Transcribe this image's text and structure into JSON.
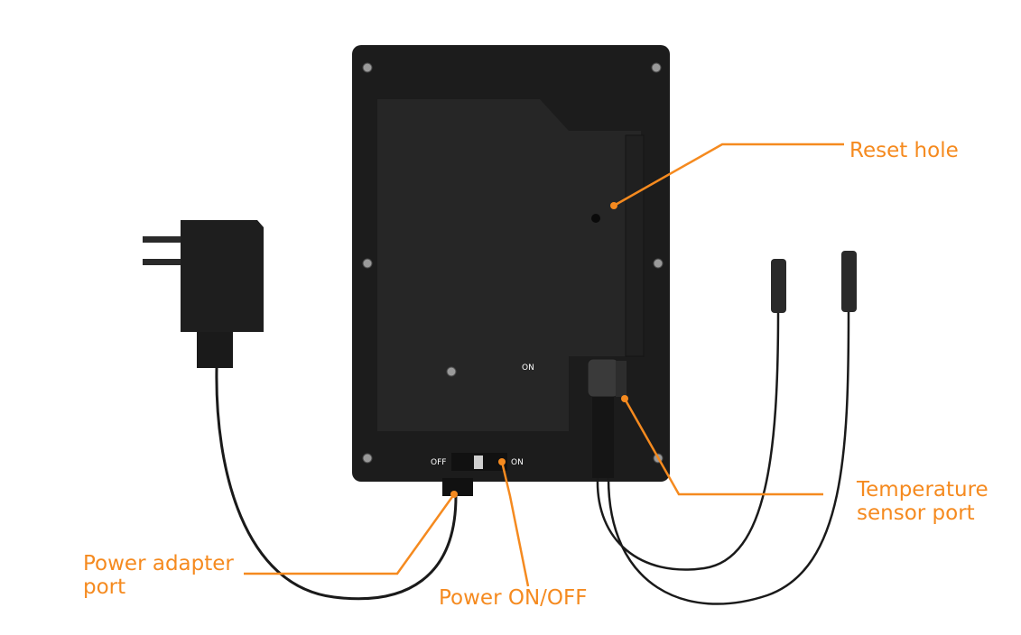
{
  "colors": {
    "callout": "#f58a1f",
    "device_body": "#1c1c1c",
    "device_panel": "#262626",
    "cable": "#1a1a1a",
    "background": "#ffffff"
  },
  "callouts": {
    "reset_hole": "Reset hole",
    "temperature_sensor_port": "Temperature\nsensor port",
    "power_adapter_port": "Power adapter\nport",
    "power_switch": "Power ON/OFF"
  },
  "device_markings": {
    "panel_on": "ON",
    "switch_off": "OFF",
    "switch_on": "ON"
  },
  "icons": [
    "power-adapter-icon",
    "temperature-probe-icon",
    "screw-icon"
  ]
}
